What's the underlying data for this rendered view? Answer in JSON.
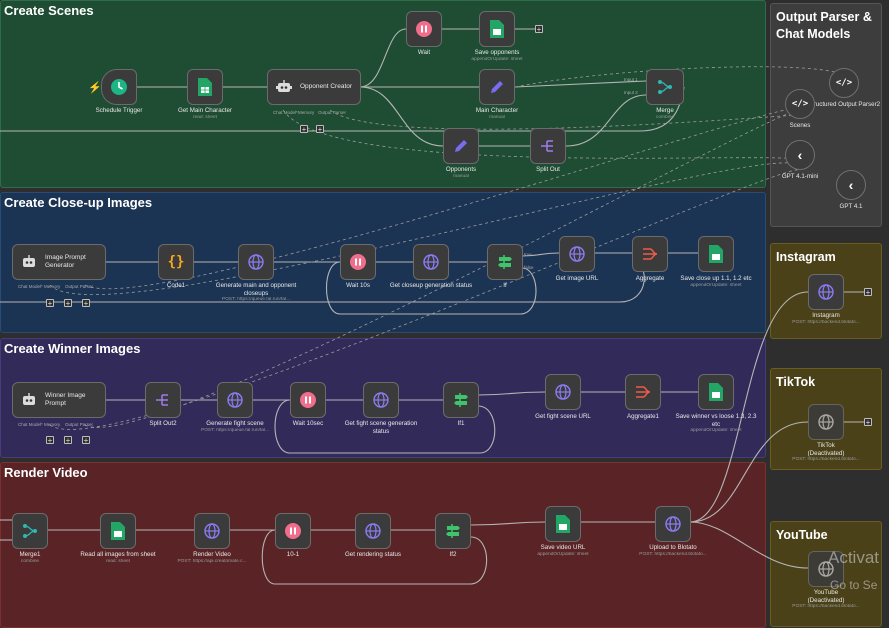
{
  "groups": {
    "scenes": "Create Scenes",
    "closeup": "Create Close-up Images",
    "winner": "Create Winner Images",
    "render": "Render Video",
    "output": "Output Parser & Chat Models",
    "instagram": "Instagram",
    "tiktok": "TikTok",
    "youtube": "YouTube"
  },
  "nodes": {
    "schedule_trigger": {
      "label": "Schedule Trigger"
    },
    "get_main_character": {
      "label": "Get Main Character",
      "sub": "read: sheet"
    },
    "opponent_creator": {
      "label": "Opponent Creator",
      "port1": "Chat Model*",
      "port2": "Memory",
      "port3": "Output Parser"
    },
    "wait": {
      "label": "Wait"
    },
    "save_opponents": {
      "label": "Save opponents",
      "sub": "appendOrUpdate: sheet"
    },
    "main_character": {
      "label": "Main Character",
      "sub": "manual"
    },
    "merge": {
      "label": "Merge",
      "sub": "combine",
      "in1": "Input 1",
      "in2": "Input 2"
    },
    "opponents": {
      "label": "Opponents",
      "sub": "manual"
    },
    "split_out": {
      "label": "Split Out"
    },
    "image_prompt_generator": {
      "label": "Image Prompt Generator",
      "port1": "Chat Model*",
      "port2": "Memory",
      "port3": "Output Parser"
    },
    "code1": {
      "label": "Code1"
    },
    "generate_closeups": {
      "label": "Generate main and opponent closeups",
      "sub": "POST: https://queue.fal.run/fal..."
    },
    "wait_10s": {
      "label": "Wait 10s"
    },
    "get_closeup_status": {
      "label": "Get closeup generation status"
    },
    "if": {
      "label": "If",
      "true": "true",
      "false": "false"
    },
    "get_image_url": {
      "label": "Get image URL"
    },
    "aggregate": {
      "label": "Aggregate"
    },
    "save_closeup": {
      "label": "Save close up 1.1, 1.2 etc",
      "sub": "appendOrUpdate: sheet"
    },
    "winner_image_prompt": {
      "label": "Winner Image Prompt",
      "port1": "Chat Model*",
      "port2": "Memory",
      "port3": "Output Parser"
    },
    "split_out2": {
      "label": "Split Out2"
    },
    "generate_fight_scene": {
      "label": "Generate fight scene",
      "sub": "POST: https://queue.fal.run/fal..."
    },
    "wait_10sec": {
      "label": "Wait 10sec"
    },
    "get_fight_status": {
      "label": "Get fight scene generation status"
    },
    "if1": {
      "label": "If1"
    },
    "get_fight_url": {
      "label": "Get fight scene URL"
    },
    "aggregate1": {
      "label": "Aggregate1"
    },
    "save_winner": {
      "label": "Save winner vs loose 1.3, 2.3 etc",
      "sub": "appendOrUpdate: sheet"
    },
    "merge1": {
      "label": "Merge1",
      "sub": "combine"
    },
    "read_all_images": {
      "label": "Read all images from sheet",
      "sub": "read: sheet"
    },
    "render_video": {
      "label": "Render Video",
      "sub": "POST: https://api.creatomate.c..."
    },
    "ten_1": {
      "label": "10-1"
    },
    "get_rendering_status": {
      "label": "Get rendering status"
    },
    "if2": {
      "label": "If2"
    },
    "save_video_url": {
      "label": "Save video URL",
      "sub": "appendOrUpdate: sheet"
    },
    "upload_blotato": {
      "label": "Upload to Blotato",
      "sub": "POST: https://backend.blotato..."
    },
    "structured_parser": {
      "label": "Structured Output Parser2"
    },
    "scenes": {
      "label": "Scenes"
    },
    "gpt41mini": {
      "label": "GPT 4.1-mini"
    },
    "gpt41": {
      "label": "GPT 4.1"
    },
    "instagram": {
      "label": "Instagram",
      "sub": "POST: https://backend.blotato..."
    },
    "tiktok": {
      "label": "TikTok (Deactivated)",
      "sub": "POST: https://backend.blotato..."
    },
    "youtube": {
      "label": "YouTube (Deactivated)",
      "sub": "POST: https://backend.blotato..."
    }
  },
  "overlay": {
    "line1": "Activat",
    "line2": "Go to Se"
  },
  "colors": {
    "scenes_bg": "#1e4d33",
    "closeup_bg": "#1c3454",
    "winner_bg": "#322b59",
    "render_bg": "#5a2426",
    "output_bg": "#3d3d3d",
    "social_bg": "#4a4119",
    "trigger_green": "#1db584",
    "sheets_green": "#23a566",
    "wait_pink": "#f06d8b",
    "pencil_purple": "#7a6cf0",
    "merge_teal": "#2fb8b0",
    "split_purple": "#9d7cf0",
    "globe_purple": "#8b7cf5",
    "if_green": "#3ec46b",
    "aggregate_red": "#ef5a4b",
    "code_orange": "#f5a623"
  }
}
